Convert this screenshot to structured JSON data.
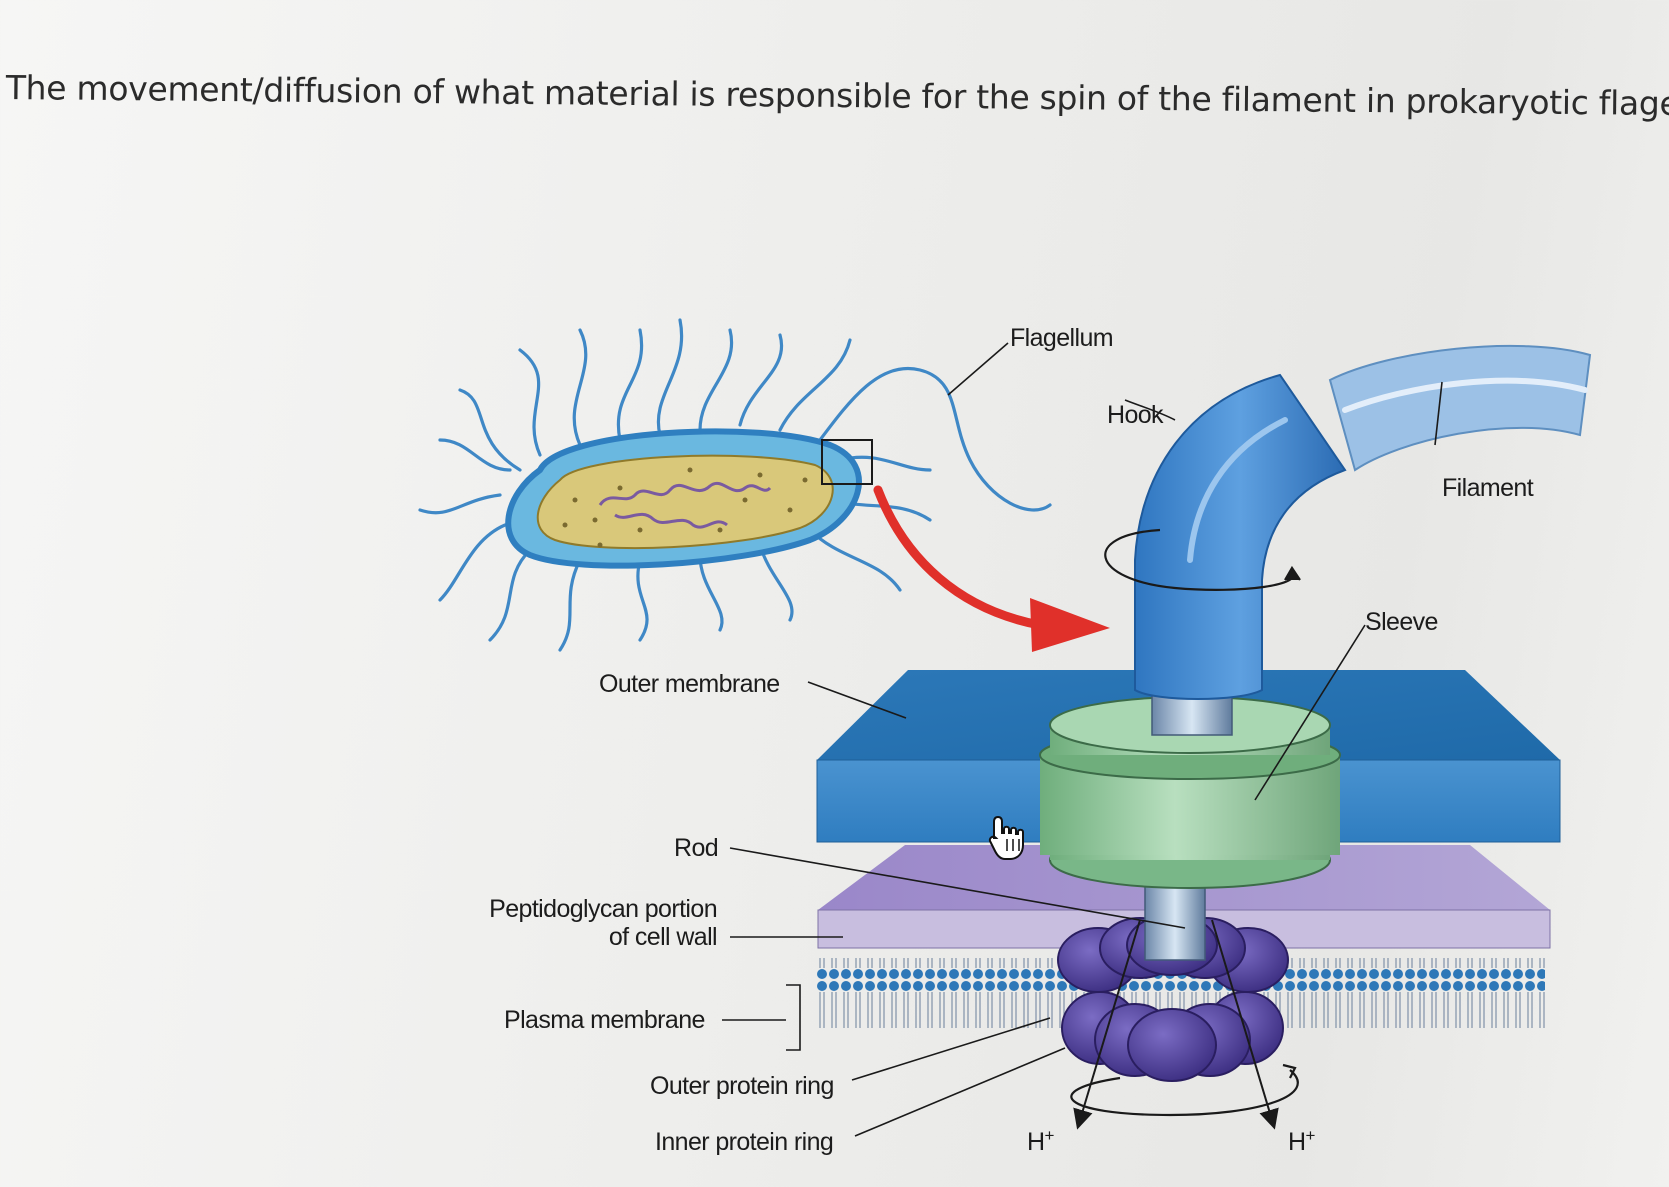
{
  "question": "The movement/diffusion of what material is responsible for the spin of the filament in prokaryotic flagella",
  "labels": {
    "flagellum": "Flagellum",
    "hook": "Hook",
    "filament": "Filament",
    "sleeve": "Sleeve",
    "outer_membrane": "Outer membrane",
    "rod": "Rod",
    "peptidoglycan_line1": "Peptidoglycan portion",
    "peptidoglycan_line2": "of cell wall",
    "plasma_membrane": "Plasma membrane",
    "outer_protein_ring": "Outer protein ring",
    "inner_protein_ring": "Inner protein ring",
    "proton_left": "H+",
    "proton_right": "H+"
  },
  "colors": {
    "outer_membrane": "#2f7fc0",
    "peptidoglycan": "#a89bc9",
    "sleeve": "#8fc79a",
    "hook": "#3d84cc",
    "filament": "#8fb9e2",
    "protein_ring": "#5a4aa0",
    "arrow": "#e0302a",
    "cell_body": "#d9c87a"
  },
  "icons": {
    "cursor": "hand-pointer-icon"
  }
}
